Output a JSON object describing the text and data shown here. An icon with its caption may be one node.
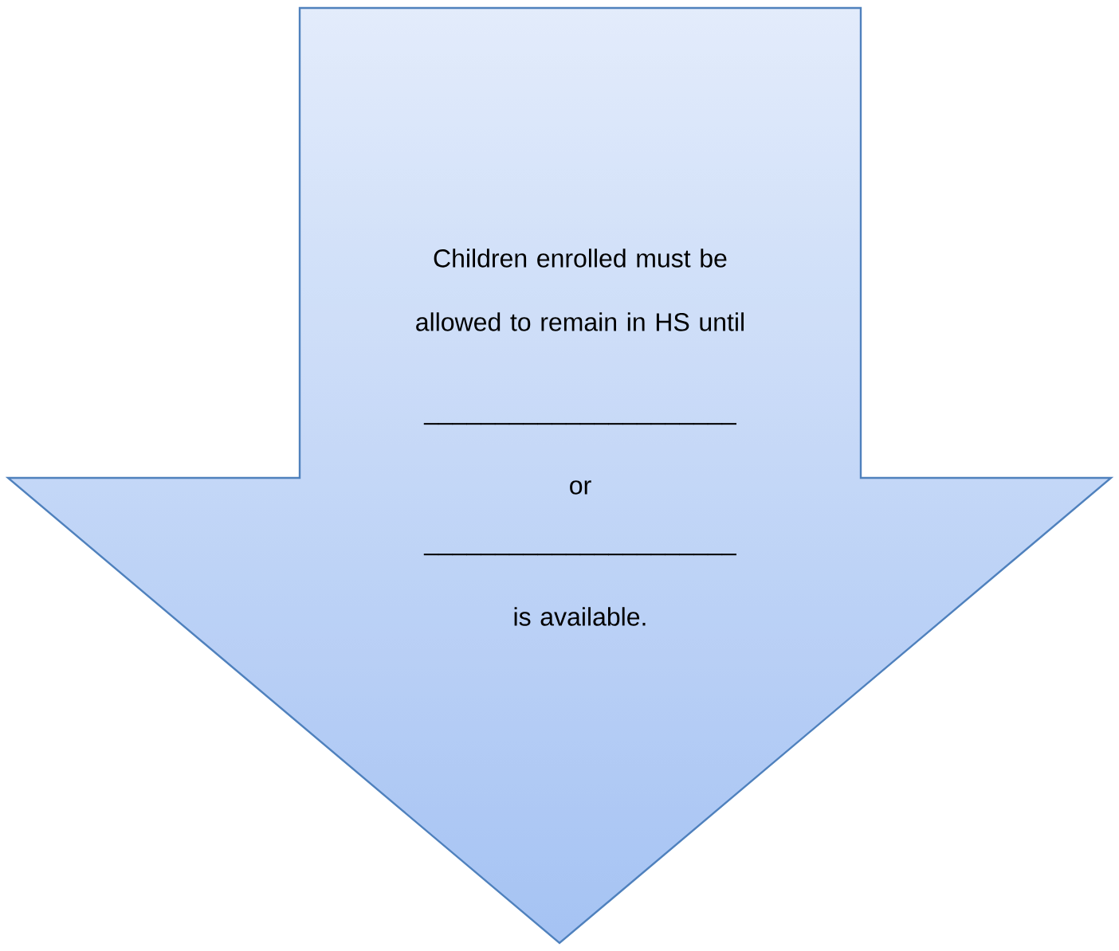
{
  "diagram": {
    "nodes": [
      {
        "text": [
          "Children enrolled must be allowed to remain in HS until",
          "______________________",
          "or",
          "______________________",
          "is available."
        ]
      }
    ]
  }
}
